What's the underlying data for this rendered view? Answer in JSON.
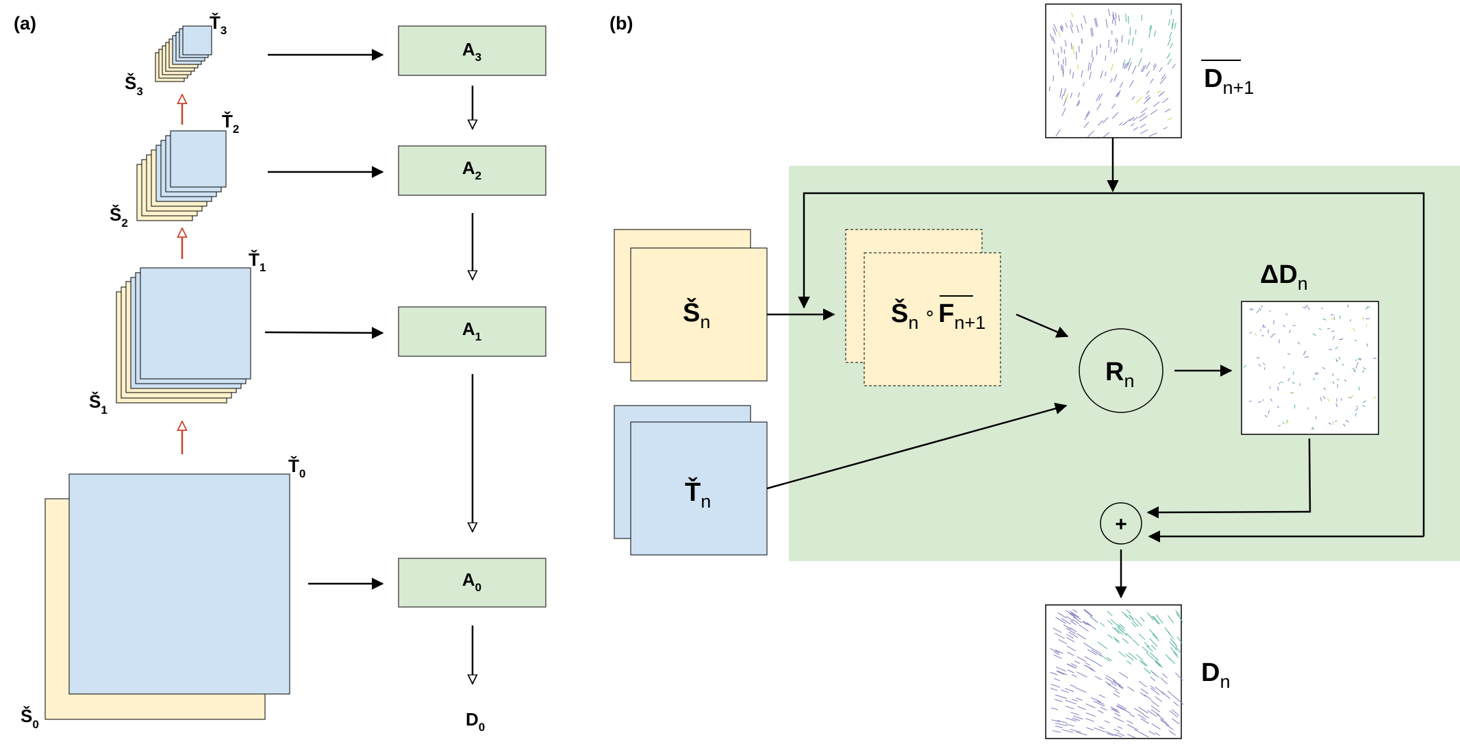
{
  "panel_a": {
    "label": "(a)",
    "levels": [
      {
        "s_main": "Š",
        "s_sub": "3",
        "t_main": "Ť",
        "t_sub": "3"
      },
      {
        "s_main": "Š",
        "s_sub": "2",
        "t_main": "Ť",
        "t_sub": "2"
      },
      {
        "s_main": "Š",
        "s_sub": "1",
        "t_main": "Ť",
        "t_sub": "1"
      },
      {
        "s_main": "Š",
        "s_sub": "0",
        "t_main": "Ť",
        "t_sub": "0"
      }
    ],
    "a_boxes": [
      {
        "main": "A",
        "sub": "3"
      },
      {
        "main": "A",
        "sub": "2"
      },
      {
        "main": "A",
        "sub": "1"
      },
      {
        "main": "A",
        "sub": "0"
      }
    ],
    "output": {
      "main": "D",
      "sub": "0"
    }
  },
  "panel_b": {
    "label": "(b)",
    "d_prev": {
      "main": "D",
      "sub": "n+1"
    },
    "s_n": {
      "main": "Š",
      "sub": "n"
    },
    "t_n": {
      "main": "Ť",
      "sub": "n"
    },
    "warp": {
      "s_main": "Š",
      "s_sub": "n",
      "op": "∘",
      "f_main": "F",
      "f_sub": "n+1"
    },
    "r": {
      "main": "R",
      "sub": "n"
    },
    "delta": {
      "main": "ΔD",
      "sub": "n"
    },
    "plus": "+",
    "d_out": {
      "main": "D",
      "sub": "n"
    }
  },
  "colors": {
    "source_fill": "#fff2cc",
    "target_fill": "#cfe2f3",
    "block_fill": "#d9ead3",
    "upsample_arrow": "#cc4125",
    "field_purple": "#8a86c6",
    "field_teal": "#5fb8a5",
    "field_yellow": "#d8d860"
  }
}
